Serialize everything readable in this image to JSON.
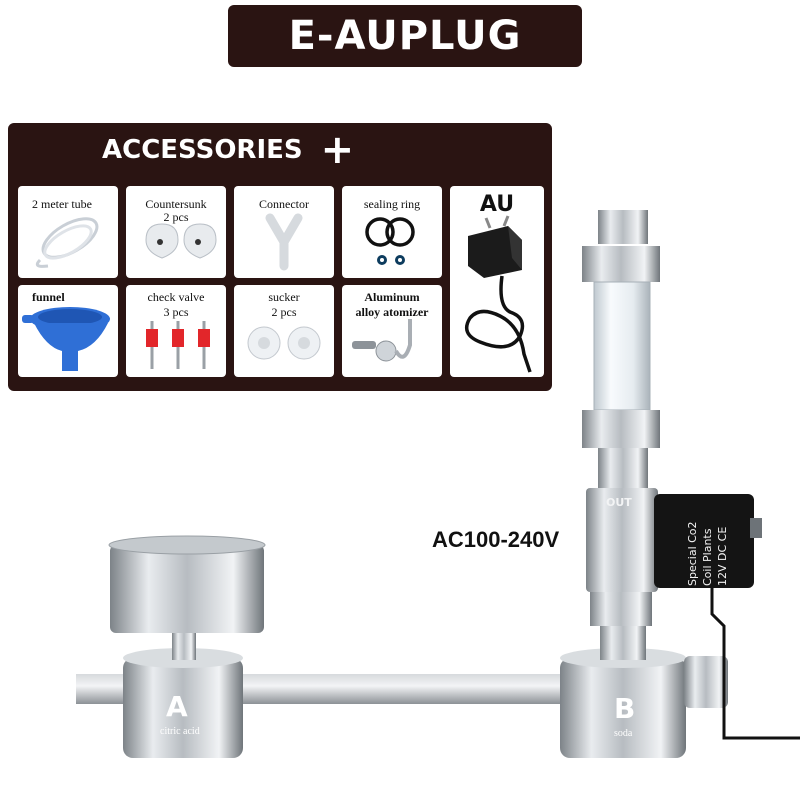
{
  "banner": {
    "title": "E-AUPLUG"
  },
  "accessories": {
    "title": "ACCESSORIES",
    "tiles": [
      {
        "label": "2 meter tube"
      },
      {
        "label": "Countersunk",
        "sub": "2 pcs"
      },
      {
        "label": "Connector"
      },
      {
        "label": "sealing ring"
      },
      {
        "label": "funnel"
      },
      {
        "label": "check valve",
        "sub": "3 pcs"
      },
      {
        "label": "sucker",
        "sub": "2 pcs"
      },
      {
        "label": "Aluminum",
        "sub": "alloy atomizer"
      }
    ],
    "plug": {
      "label": "AU"
    }
  },
  "product": {
    "voltage": "AC100-240V",
    "valve_text": "OUT",
    "solenoid_lines": [
      "Special Co2",
      "Coil Plants",
      "12V  DC CE"
    ],
    "cylinder_a": {
      "letter": "A",
      "sub": "citric acid"
    },
    "cylinder_b": {
      "letter": "B",
      "sub": "soda"
    }
  },
  "colors": {
    "panel_bg": "#2a1412",
    "funnel_blue": "#2f6fd6",
    "check_valve_red": "#e2262a"
  }
}
